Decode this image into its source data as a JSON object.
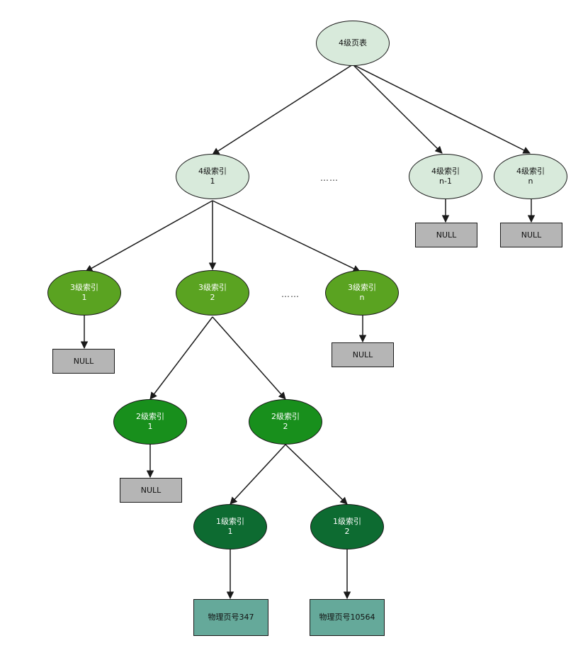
{
  "colors": {
    "level4": "#d8eadb",
    "level3": "#5aa321",
    "level2": "#188f1c",
    "level1": "#0d6b31",
    "null_box": "#b5b5b5",
    "physical_page": "#65a99a",
    "edge": "#1a1a1a"
  },
  "nodes": {
    "root": "4级页表",
    "l4_1": "4级索引\n1",
    "l4_n1": "4级索引\nn-1",
    "l4_n": "4级索引\nn",
    "null_l4_n1": "NULL",
    "null_l4_n": "NULL",
    "l3_1": "3级索引\n1",
    "l3_2": "3级索引\n2",
    "l3_n": "3级索引\nn",
    "null_l3_1": "NULL",
    "null_l3_n": "NULL",
    "l2_1": "2级索引\n1",
    "l2_2": "2级索引\n2",
    "null_l2_1": "NULL",
    "l1_1": "1级索引\n1",
    "l1_2": "1级索引\n2",
    "phys_347": "物理页号347",
    "phys_10564": "物理页号10564"
  },
  "ellipsis": {
    "level4": "……",
    "level3": "……"
  }
}
